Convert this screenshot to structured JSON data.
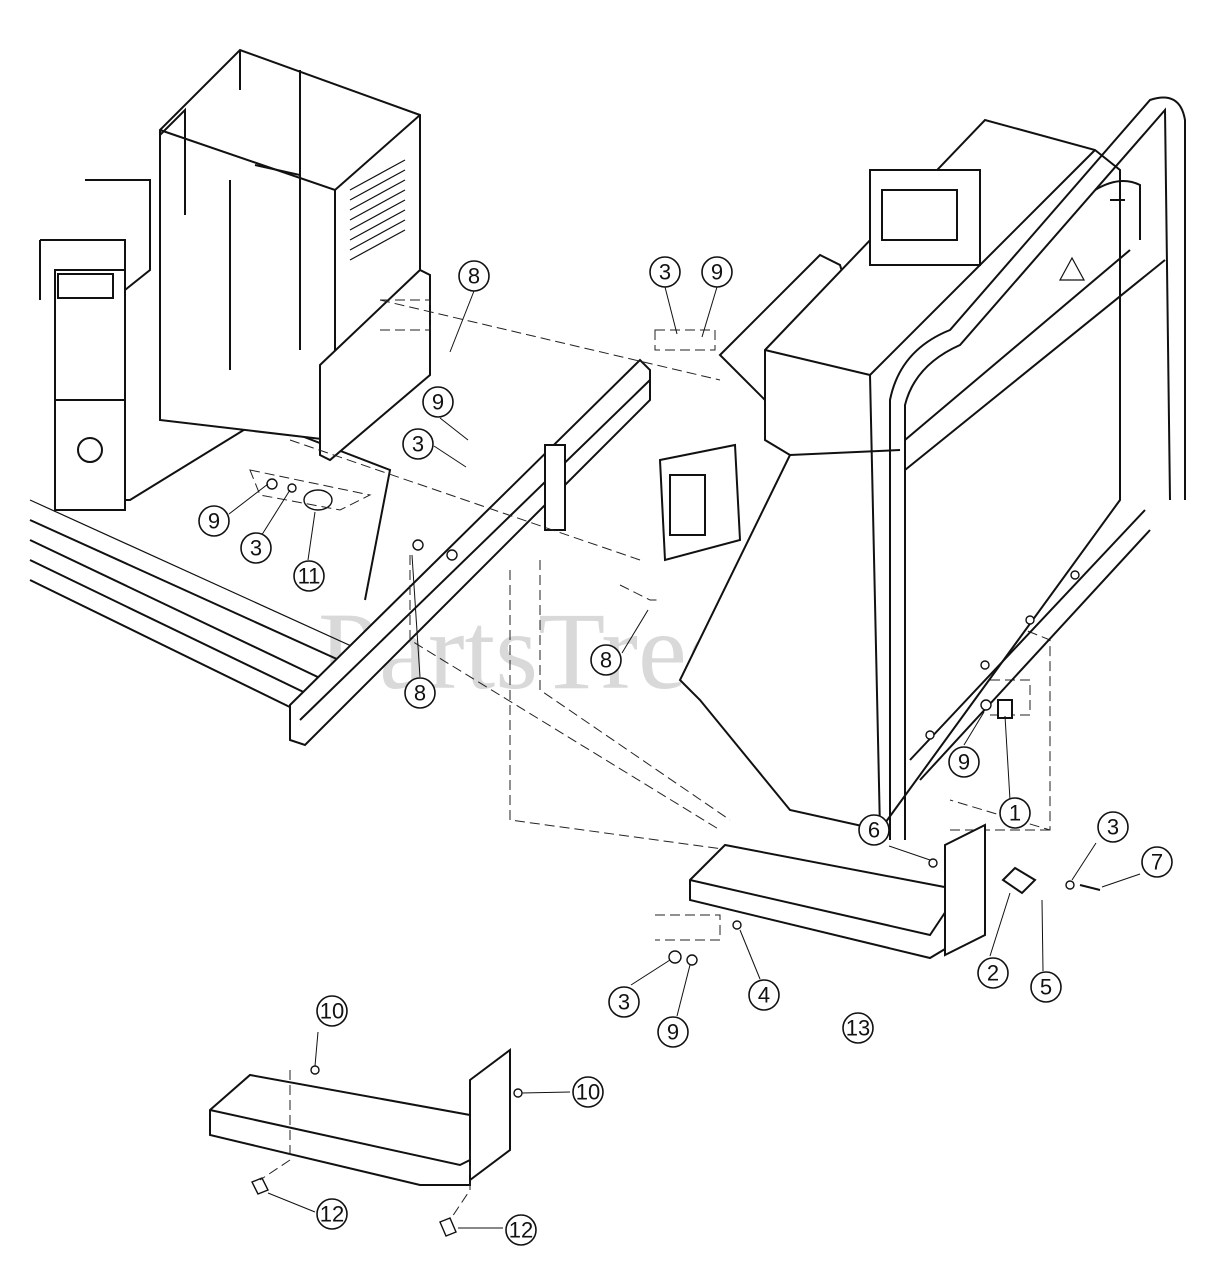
{
  "watermark": {
    "text": "PartsTree",
    "tm": "™"
  },
  "callouts": [
    {
      "id": "c-8-top",
      "label": "8"
    },
    {
      "id": "c-3-top",
      "label": "3"
    },
    {
      "id": "c-9-top",
      "label": "9"
    },
    {
      "id": "c-9-mid",
      "label": "9"
    },
    {
      "id": "c-3-mid",
      "label": "3"
    },
    {
      "id": "c-9-left",
      "label": "9"
    },
    {
      "id": "c-3-left",
      "label": "3"
    },
    {
      "id": "c-11",
      "label": "11"
    },
    {
      "id": "c-8-mid",
      "label": "8"
    },
    {
      "id": "c-8-low",
      "label": "8"
    },
    {
      "id": "c-9-right",
      "label": "9"
    },
    {
      "id": "c-1",
      "label": "1"
    },
    {
      "id": "c-6",
      "label": "6"
    },
    {
      "id": "c-3-right",
      "label": "3"
    },
    {
      "id": "c-7",
      "label": "7"
    },
    {
      "id": "c-2",
      "label": "2"
    },
    {
      "id": "c-5",
      "label": "5"
    },
    {
      "id": "c-4",
      "label": "4"
    },
    {
      "id": "c-3-bot",
      "label": "3"
    },
    {
      "id": "c-9-bot",
      "label": "9"
    },
    {
      "id": "c-13",
      "label": "13"
    },
    {
      "id": "c-10-a",
      "label": "10"
    },
    {
      "id": "c-10-b",
      "label": "10"
    },
    {
      "id": "c-12-a",
      "label": "12"
    },
    {
      "id": "c-12-b",
      "label": "12"
    }
  ]
}
